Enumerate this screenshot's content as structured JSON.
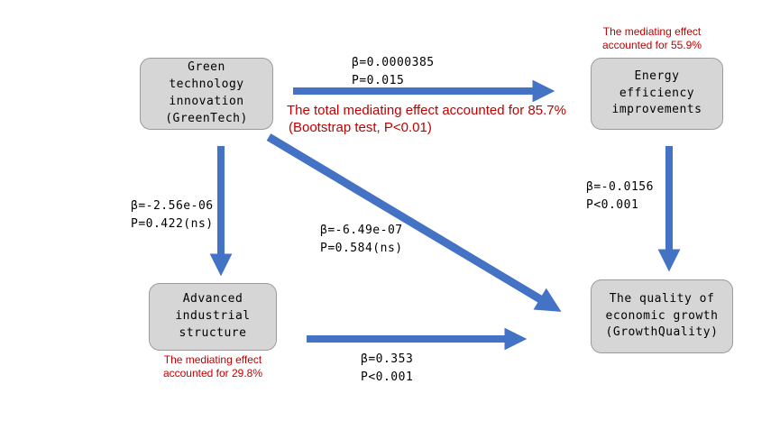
{
  "diagram": {
    "nodes": {
      "greentech": "Green\ntechnology\ninnovation\n(GreenTech)",
      "energy": "Energy\nefficiency\nimprovements",
      "industry": "Advanced\nindustrial\nstructure",
      "growth": "The quality of\neconomic growth\n(GrowthQuality)"
    },
    "edges": {
      "greentech_energy": "β=0.0000385\nP=0.015",
      "greentech_industry": "β=-2.56e-06\nP=0.422(ns)",
      "greentech_growth": "β=-6.49e-07\nP=0.584(ns)",
      "energy_growth": "β=-0.0156\nP<0.001",
      "industry_growth": "β=0.353\nP<0.001"
    },
    "annotations": {
      "energy_mediation": "The mediating effect\naccounted for 55.9%",
      "total_mediation_line1": "The total mediating effect accounted for 85.7%",
      "total_mediation_line2": "(Bootstrap test, P<0.01)",
      "industry_mediation": "The mediating effect\naccounted for 29.8%"
    },
    "colors": {
      "arrow": "#4472c4",
      "node_fill": "#d6d6d6",
      "node_border": "#9b9b9b",
      "annotation_red": "#c00000",
      "text": "#000000"
    }
  }
}
